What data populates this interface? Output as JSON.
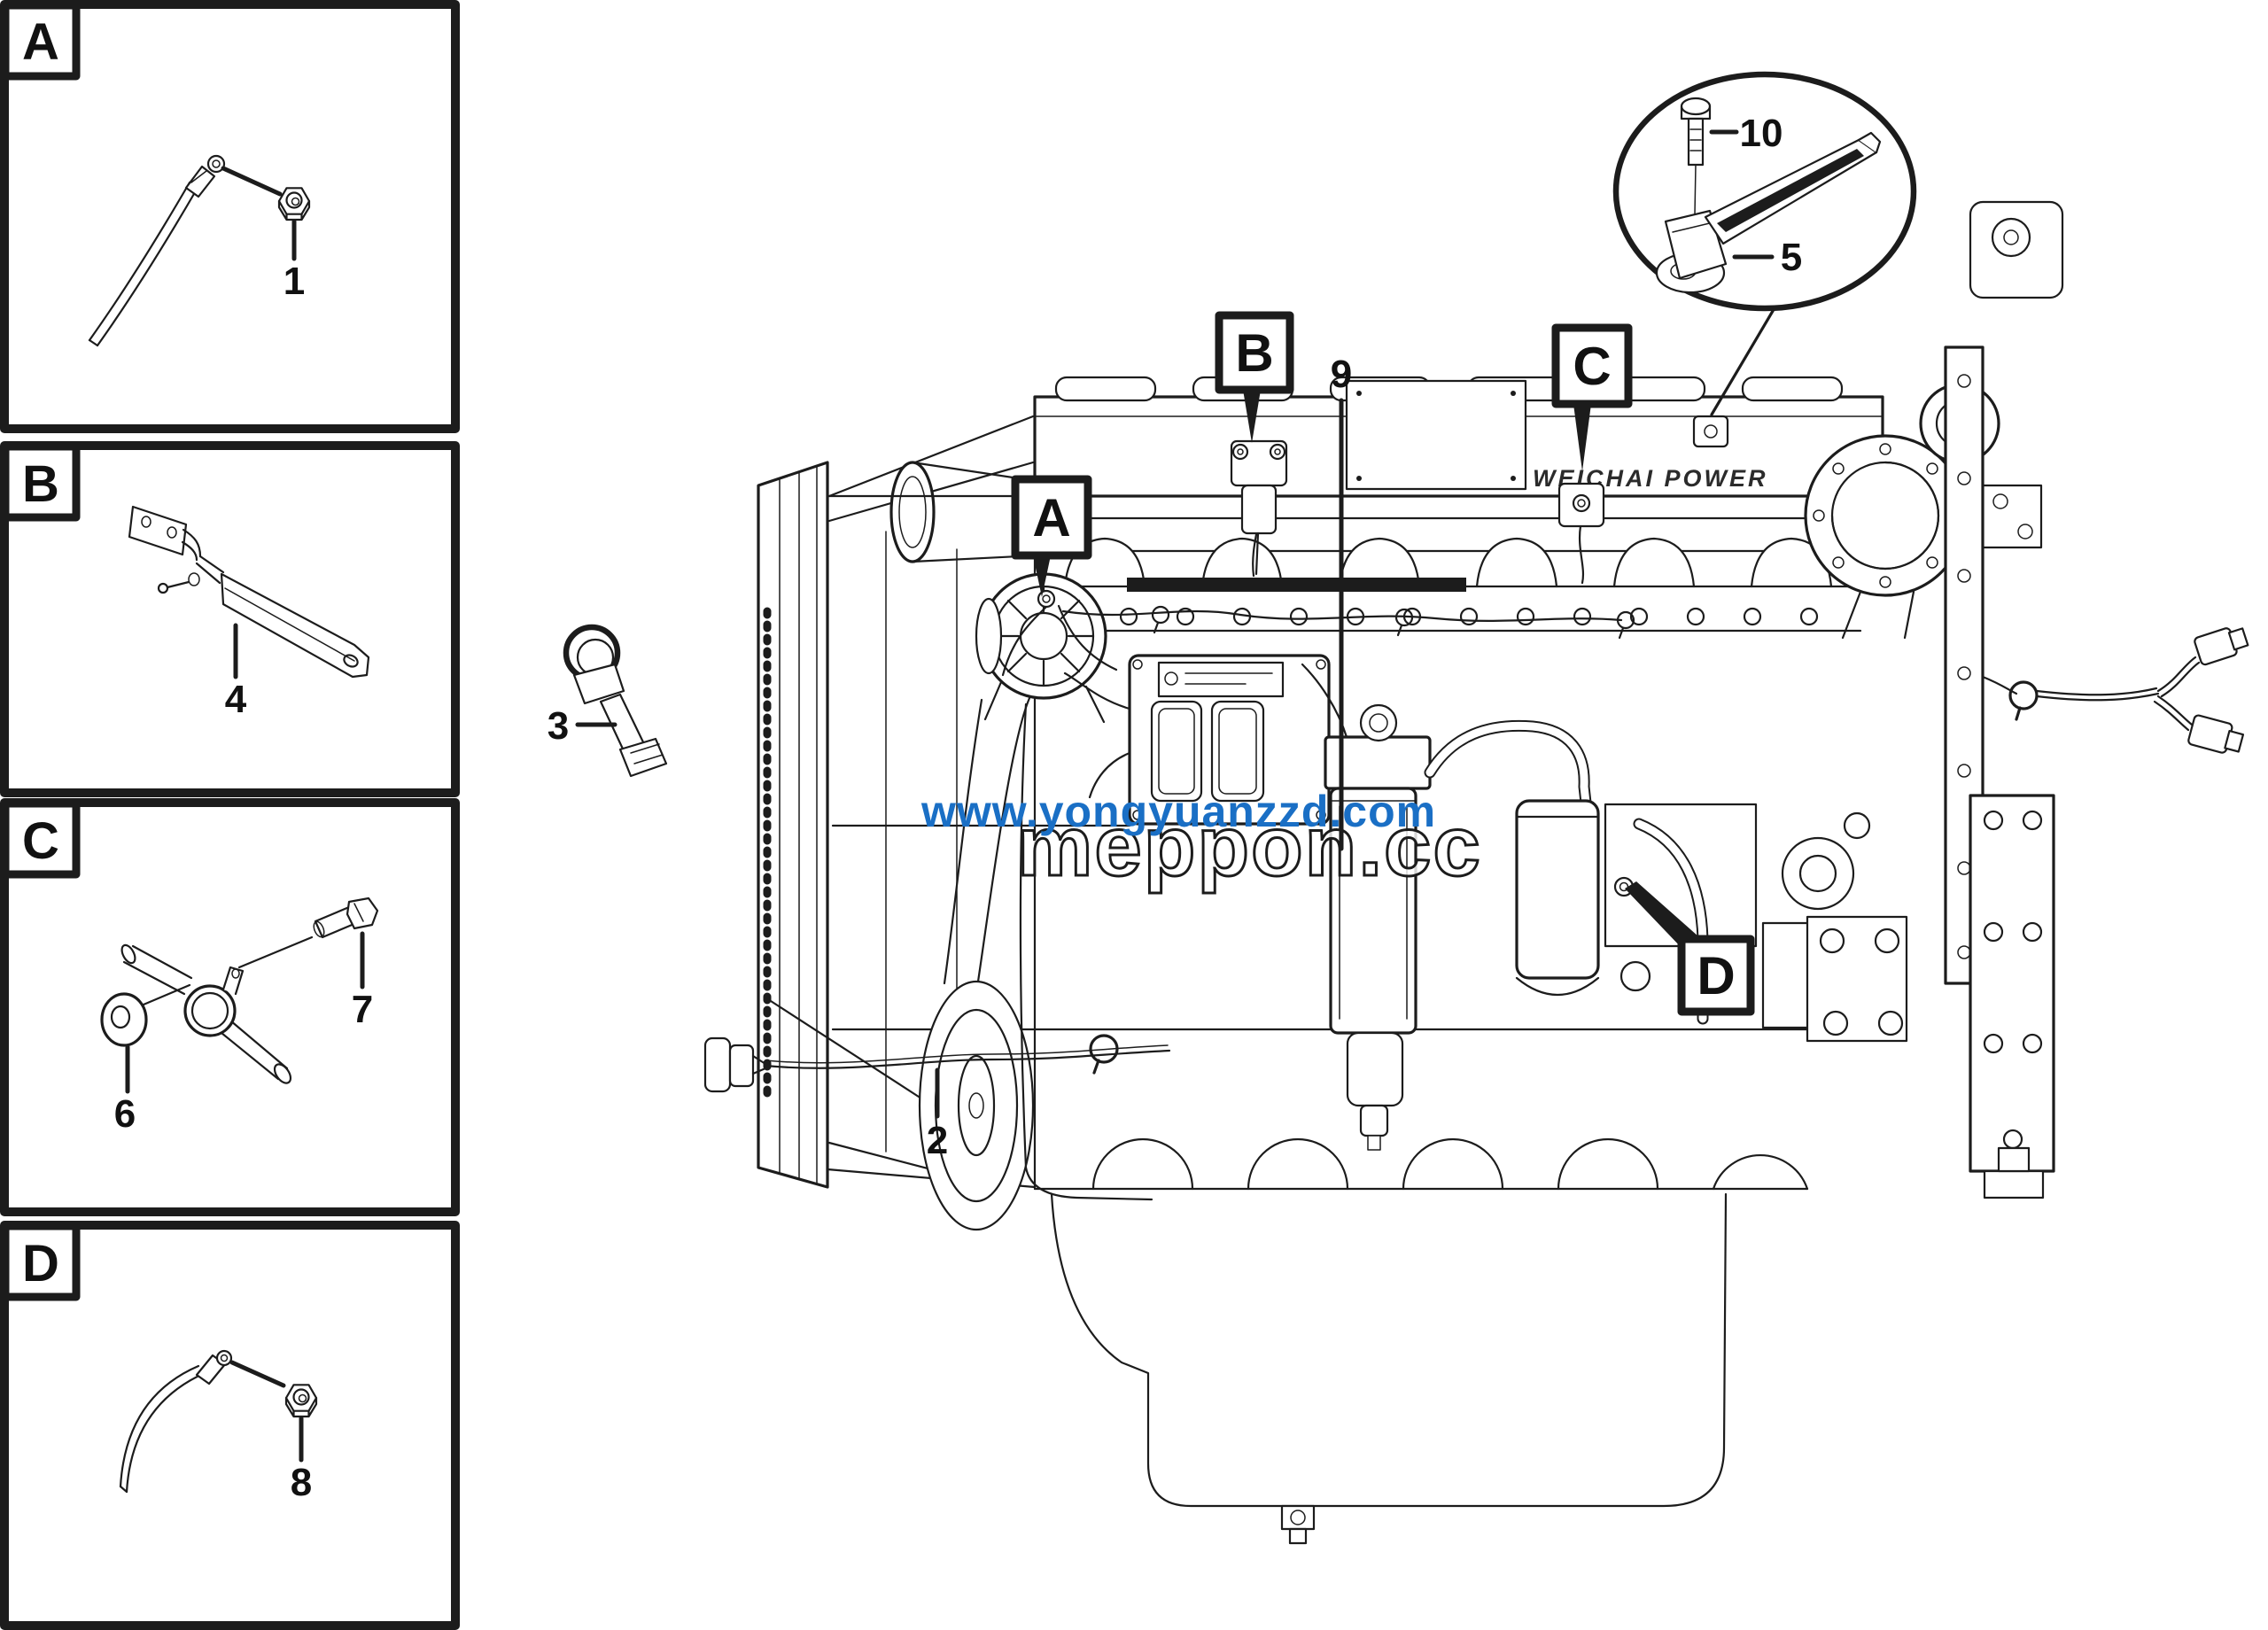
{
  "left_panels": [
    {
      "letter": "A",
      "part_numbers": [
        "1"
      ]
    },
    {
      "letter": "B",
      "part_numbers": [
        "4"
      ]
    },
    {
      "letter": "C",
      "part_numbers": [
        "6",
        "7"
      ]
    },
    {
      "letter": "D",
      "part_numbers": [
        "8"
      ]
    }
  ],
  "engine_view": {
    "callout_letters": [
      "A",
      "B",
      "C",
      "D"
    ],
    "part_numbers": [
      "2",
      "3",
      "9"
    ],
    "emboss_text": "WEICHAI POWER"
  },
  "detail_bubble": {
    "part_numbers": [
      "10",
      "5"
    ]
  },
  "watermarks": {
    "blue_text": "www.yongyuanzzd.com",
    "blue_color": "#1a6fc5",
    "ghost_text": "meppon.cc"
  },
  "colors": {
    "line": "#1c1c1c",
    "background": "#ffffff"
  }
}
